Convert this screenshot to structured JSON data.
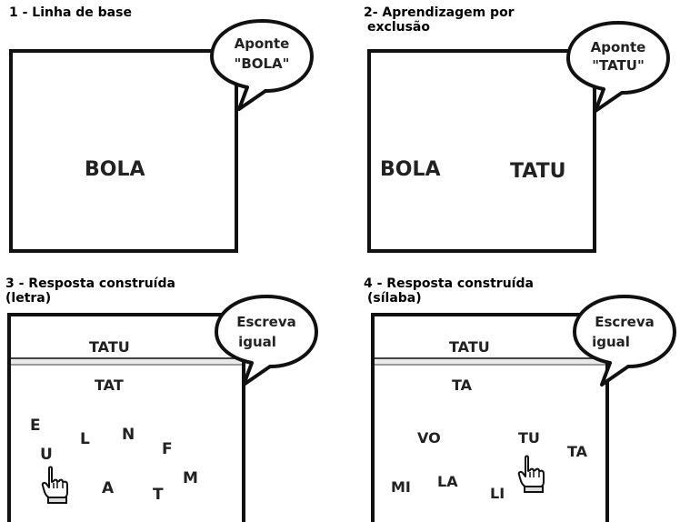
{
  "panel1": {
    "heading": "1 - Linha de base",
    "bubble_line1": "Aponte",
    "bubble_line2": "\"BOLA\"",
    "word": "BOLA"
  },
  "panel2": {
    "heading_line1": "2- Aprendizagem por",
    "heading_line2": "exclusão",
    "bubble_line1": "Aponte",
    "bubble_line2": "\"TATU\"",
    "word_left": "BOLA",
    "word_right": "TATU"
  },
  "panel3": {
    "heading_line1": "3 - Resposta construída",
    "heading_line2": "(letra)",
    "bubble_line1": "Escreva",
    "bubble_line2": "igual",
    "model": "TATU",
    "response": "TAT",
    "letters": [
      "E",
      "L",
      "N",
      "F",
      "U",
      "A",
      "T",
      "M"
    ]
  },
  "panel4": {
    "heading_line1": "4 - Resposta construída",
    "heading_line2": "(sílaba)",
    "bubble_line1": "Escreva",
    "bubble_line2": "igual",
    "model": "TATU",
    "response": "TA",
    "syllables": [
      "VO",
      "TU",
      "TA",
      "MI",
      "LA",
      "LI"
    ]
  },
  "icons": [
    "speech-bubble-icon",
    "pointing-hand-icon"
  ]
}
